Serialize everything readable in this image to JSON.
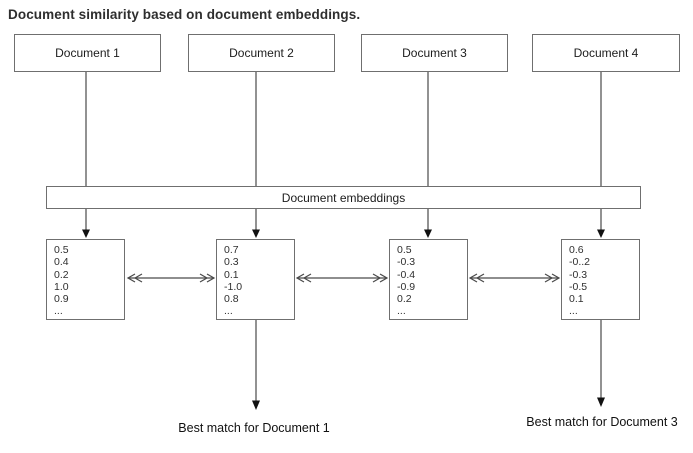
{
  "title": "Document similarity based on document embeddings.",
  "documents": [
    {
      "label": "Document 1"
    },
    {
      "label": "Document 2"
    },
    {
      "label": "Document 3"
    },
    {
      "label": "Document 4"
    }
  ],
  "embeddings_box": {
    "label": "Document embeddings"
  },
  "vectors": [
    {
      "values": [
        "0.5",
        "0.4",
        "0.2",
        "1.0",
        "0.9",
        "..."
      ]
    },
    {
      "values": [
        "0.7",
        "0.3",
        "0.1",
        "-1.0",
        "0.8",
        "..."
      ]
    },
    {
      "values": [
        "0.5",
        "-0.3",
        "-0.4",
        "-0.9",
        "0.2",
        "..."
      ]
    },
    {
      "values": [
        "0.6",
        "-0..2",
        "-0.3",
        "-0.5",
        "0.1",
        "..."
      ]
    }
  ],
  "best_matches": [
    {
      "label": "Best match for Document 1"
    },
    {
      "label": "Best match for Document 3"
    }
  ],
  "colors": {
    "background": "#ffffff",
    "box_border": "#6f6f6f",
    "connector_line": "#4a4a4a",
    "arrowhead": "#111111",
    "title_text": "#2e2e2e",
    "body_text": "#1c1c1c"
  }
}
